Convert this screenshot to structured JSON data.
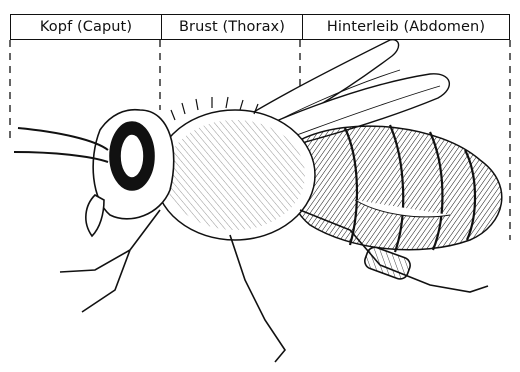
{
  "labels": {
    "head": "Kopf (Caput)",
    "thorax": "Brust (Thorax)",
    "abdomen": "Hinterleib (Abdomen)"
  },
  "colors": {
    "ink": "#111111",
    "paper": "#ffffff"
  }
}
